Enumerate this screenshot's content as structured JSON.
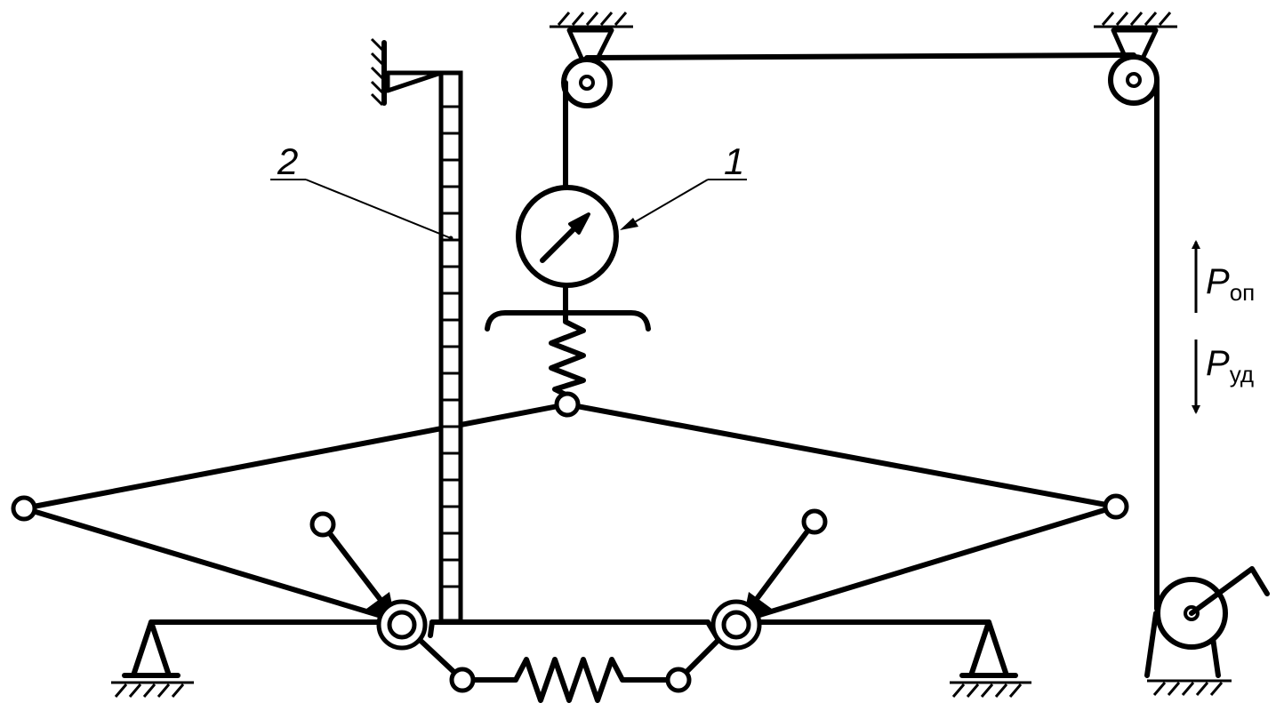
{
  "labels": {
    "part_1": "1",
    "part_2": "2"
  },
  "forces": {
    "pull_off": {
      "symbol": "P",
      "subscript": "оп"
    },
    "impact": {
      "symbol": "P",
      "subscript": "уд"
    }
  }
}
